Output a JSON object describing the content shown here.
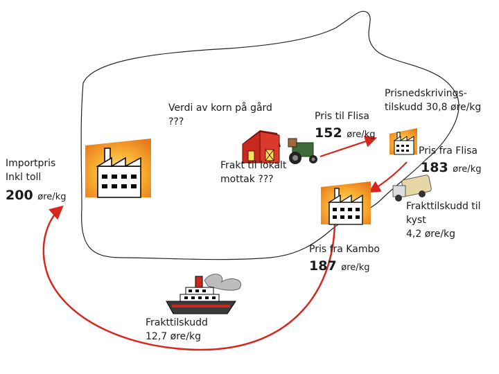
{
  "labels": {
    "verdi_korn": [
      "Verdi av korn på gård",
      "???"
    ],
    "importpris": [
      "Importpris",
      "Inkl toll"
    ],
    "importpris_value": "200",
    "frakt_lokalt": [
      "Frakt  til lokalt",
      "mottak ???"
    ],
    "pris_til_flisa": "Pris til Flisa",
    "pris_til_flisa_value": "152",
    "prisnedskriving": [
      "Prisnedskrivings-",
      "tilskudd 30,8 øre/kg"
    ],
    "pris_fra_flisa": "Pris fra Flisa",
    "pris_fra_flisa_value": "183",
    "frakttilskudd_kyst": [
      "Frakttilskudd  til",
      "kyst",
      "4,2 øre/kg"
    ],
    "pris_fra_kambo": "Pris fra Kambo",
    "pris_fra_kambo_value": "187",
    "frakttilskudd_ship": [
      "Frakttilskudd",
      "12,7 øre/kg"
    ],
    "unit": "øre/kg"
  },
  "colors": {
    "arrow": "#d9261c",
    "outline": "#222222",
    "factory_glow": "#f5a623",
    "barn": "#c8281e",
    "tractor": "#3d6b3a",
    "ship": "#3a3a3a"
  },
  "icons": [
    "factory-icon",
    "barn-icon",
    "tractor-icon",
    "ship-icon",
    "truck-icon"
  ]
}
